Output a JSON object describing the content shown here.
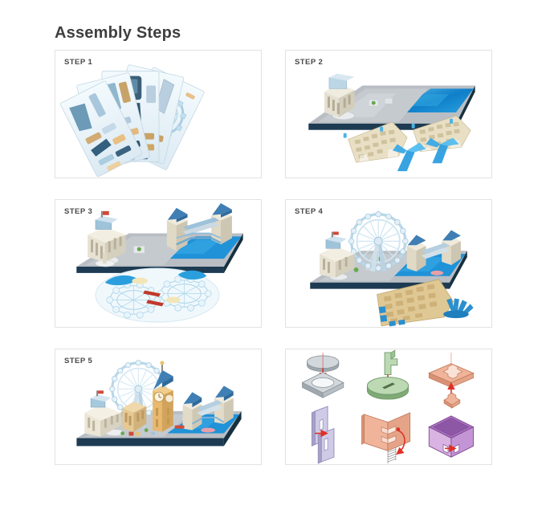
{
  "header": {
    "title": "Assembly Steps"
  },
  "colors": {
    "title_text": "#3f3f3f",
    "panel_border": "#e2e2e2",
    "page_background": "#ffffff",
    "step_label_text": "#4a4a4a",
    "water_blue": "#1f8fd6",
    "deep_blue": "#0d6fb8",
    "base_gray": "#b9bec4",
    "base_edge_navy": "#1d3b52",
    "card_paper": "#e8f2f8",
    "cardboard_tan": "#d9c9a6",
    "ice_blue": "#bfe3f5",
    "arrow_red": "#e03024",
    "diag_silver_top": "#d3d8dc",
    "diag_silver_side": "#9fa8af",
    "diag_green_top": "#bcd9b4",
    "diag_green_side": "#7fa977",
    "diag_peach_top": "#f0b49a",
    "diag_peach_side": "#d99277",
    "diag_lavender_top": "#cfcbe6",
    "diag_lavender_side": "#a7a1c9",
    "diag_purple_top": "#a96fc0",
    "diag_purple_side": "#d9b3e2"
  },
  "steps": [
    {
      "id": "step-1",
      "label": "STEP 1",
      "illustration": "punch-out-sheets-fan",
      "description": "Fanned stack of printed punch-out foam sheets containing all the model pieces"
    },
    {
      "id": "step-2",
      "label": "STEP 2",
      "illustration": "base-platform-with-river",
      "description": "Assembled grey base platform with blue river section plus loose bridge and building parts"
    },
    {
      "id": "step-3",
      "label": "STEP 3",
      "illustration": "palace-and-tower-bridge",
      "description": "Palace building and Tower Bridge mounted on the base, ferris wheel sheet parts laid out below"
    },
    {
      "id": "step-4",
      "label": "STEP 4",
      "illustration": "ferris-wheel-added",
      "description": "London Eye ferris wheel added to the scene with remaining tan building panels below"
    },
    {
      "id": "step-5",
      "label": "STEP 5",
      "illustration": "completed-london-skyline",
      "description": "Completed London skyline model with Big Ben, the London Eye, palace and Tower Bridge"
    },
    {
      "id": "assembly-techniques",
      "label": "",
      "illustration": "assembly-technique-diagrams",
      "description": "Six isometric diagrams showing how pieces slot, rotate and lock together"
    }
  ],
  "technique_diagrams": [
    {
      "id": "disc-into-square-frame",
      "color": "silver",
      "motion": "press-down"
    },
    {
      "id": "t-tab-into-disc-slot",
      "color": "green",
      "motion": "press-down"
    },
    {
      "id": "cross-piece-into-plate",
      "color": "peach",
      "motion": "press-up"
    },
    {
      "id": "two-panels-interlock",
      "color": "lavender",
      "motion": "slide-together"
    },
    {
      "id": "panels-fold-right-angle",
      "color": "peach",
      "motion": "rotate"
    },
    {
      "id": "box-sides-lock",
      "color": "purple",
      "motion": "slide-lock"
    }
  ]
}
